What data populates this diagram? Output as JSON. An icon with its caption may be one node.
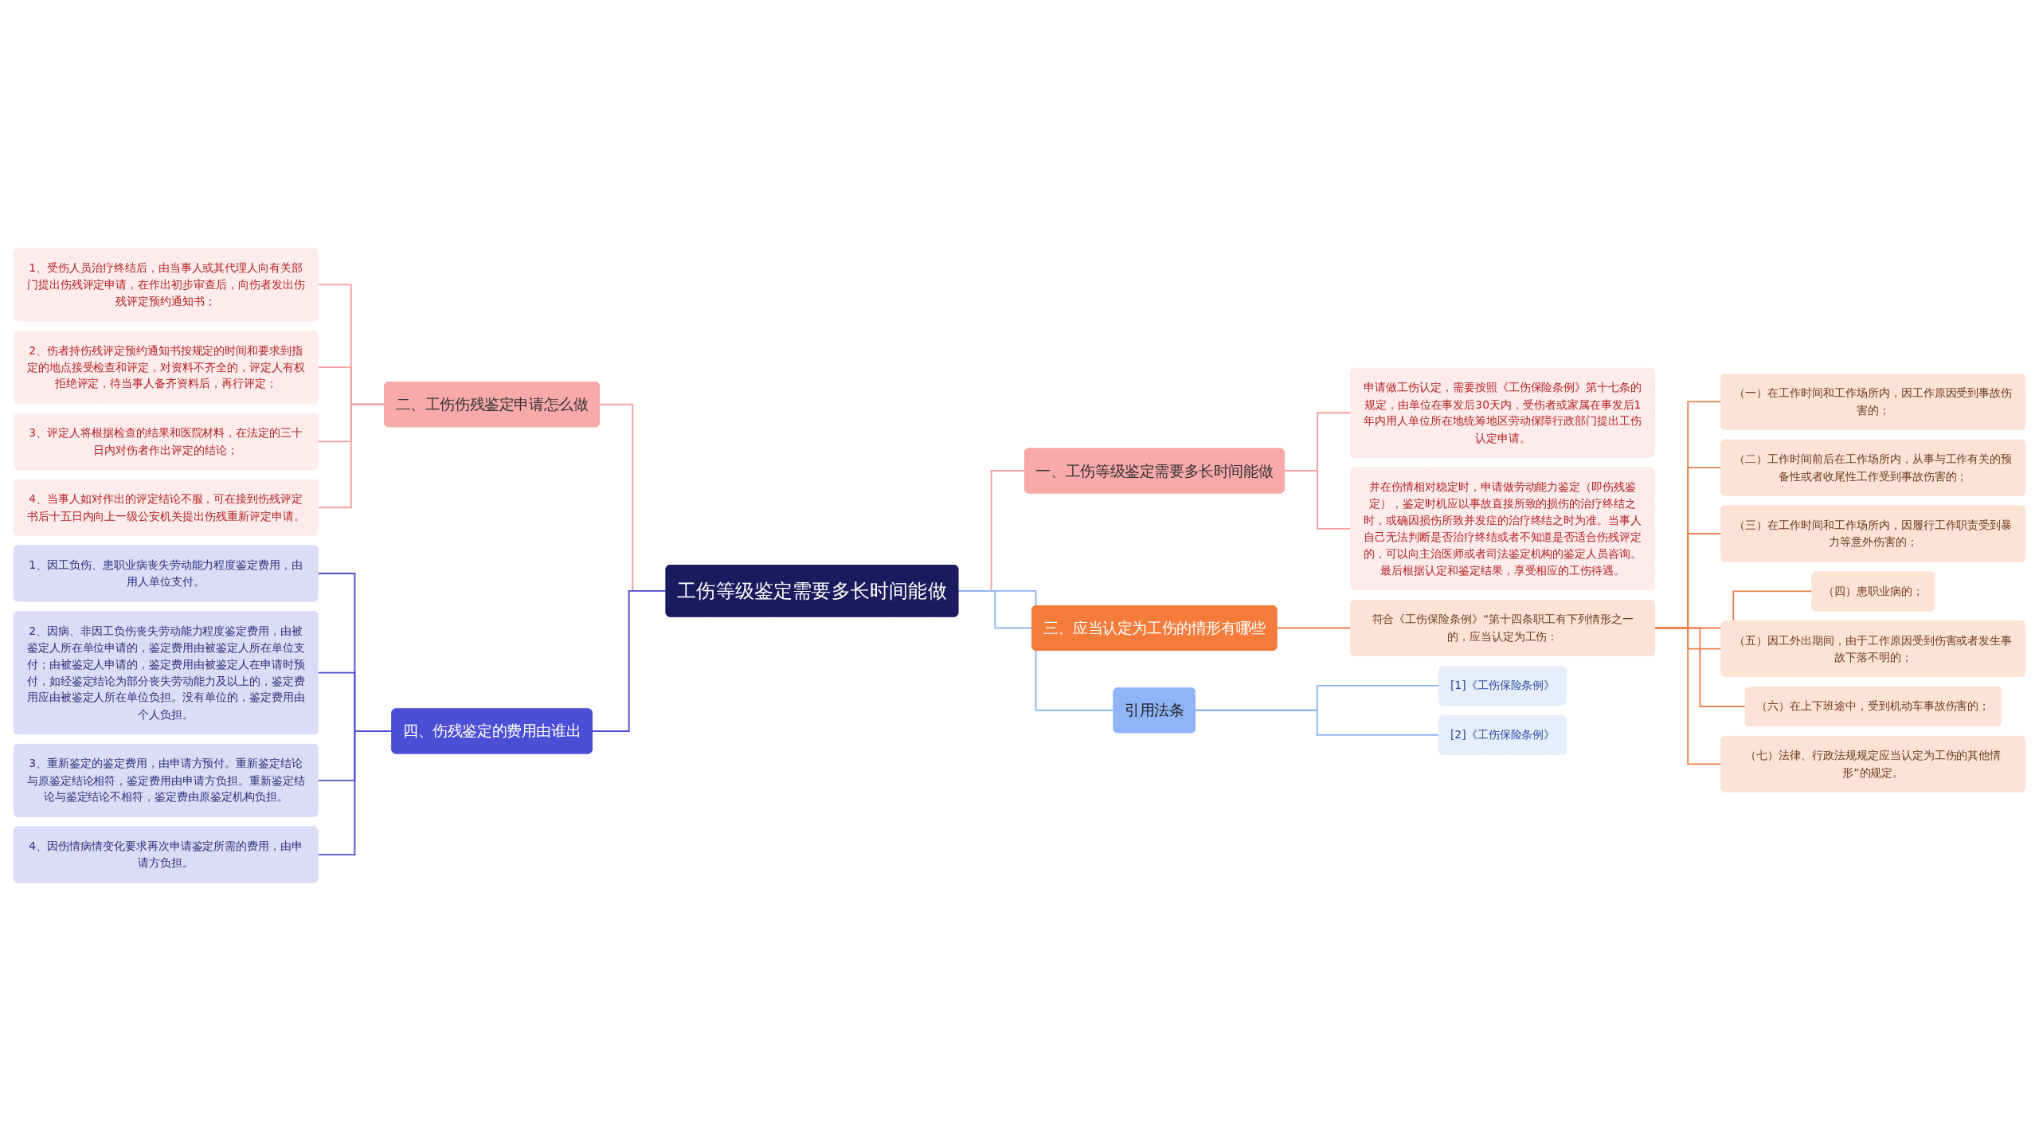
{
  "diagram": {
    "nodes": [
      {
        "text": [
          "工伤等级鉴定需要多长时间能做"
        ]
      },
      {
        "text": [
          "一、工伤等级鉴定需要多长时间能做"
        ]
      },
      {
        "text": [
          "申请做工伤认定，需要按照《工伤保险条例》第十七条的规定，由单位在事发后30天内，受伤者或家属在事发后1年内用人单位所在地统筹地区劳动保障行政部门提出工伤认定申请。"
        ]
      },
      {
        "text": [
          "并在伤情相对稳定时，申请做劳动能力鉴定（即伤残鉴定），鉴定时机应以事故直接所致的损伤的治疗终结之时，或确因损伤所致并发症的治疗终结之时为准。当事人自己无法判断是否治疗终结或者不知道是否适合伤残评定的，可以向主治医师或者司法鉴定机构的鉴定人员咨询。最后根据认定和鉴定结果，享受相应的工伤待遇。"
        ]
      },
      {
        "text": [
          "二、工伤伤残鉴定申请怎么做"
        ]
      },
      {
        "text": [
          "1、受伤人员治疗终结后，由当事人或其代理人向有关部门提出伤残评定申请，在作出初步审查后，向伤者发出伤残评定预约通知书；"
        ]
      },
      {
        "text": [
          "2、伤者持伤残评定预约通知书按规定的时间和要求到指定的地点接受检查和评定，对资料不齐全的，评定人有权拒绝评定，待当事人备齐资料后，再行评定；"
        ]
      },
      {
        "text": [
          "3、评定人将根据检查的结果和医院材料，在法定的三十日内对伤者作出评定的结论；"
        ]
      },
      {
        "text": [
          "4、当事人如对作出的评定结论不服，可在接到伤残评定书后十五日内向上一级公安机关提出伤残重新评定申请。"
        ]
      },
      {
        "text": [
          "三、应当认定为工伤的情形有哪些"
        ]
      },
      {
        "text": [
          "符合《工伤保险条例》“第十四条职工有下列情形之一的，应当认定为工伤："
        ]
      },
      {
        "text": [
          "（一）在工作时间和工作场所内，因工作原因受到事故伤害的；"
        ]
      },
      {
        "text": [
          "（二）工作时间前后在工作场所内，从事与工作有关的预备性或者收尾性工作受到事故伤害的；"
        ]
      },
      {
        "text": [
          "（三）在工作时间和工作场所内，因履行工作职责受到暴力等意外伤害的；"
        ]
      },
      {
        "text": [
          "（四）患职业病的；"
        ]
      },
      {
        "text": [
          "（五）因工外出期间，由于工作原因受到伤害或者发生事故下落不明的；"
        ]
      },
      {
        "text": [
          "（六）在上下班途中，受到机动车事故伤害的；"
        ]
      },
      {
        "text": [
          "（七）法律、行政法规规定应当认定为工伤的其他情形”的规定。"
        ]
      },
      {
        "text": [
          "四、伤残鉴定的费用由谁出"
        ]
      },
      {
        "text": [
          "1、因工负伤、患职业病丧失劳动能力程度鉴定费用，由用人单位支付。"
        ]
      },
      {
        "text": [
          "2、因病、非因工负伤丧失劳动能力程度鉴定费用，由被鉴定人所在单位申请的，鉴定费用由被鉴定人所在单位支付；由被鉴定人申请的，鉴定费用由被鉴定人在申请时预付，如经鉴定结论为部分丧失劳动能力及以上的，鉴定费用应由被鉴定人所在单位负担。没有单位的，鉴定费用由个人负担。"
        ]
      },
      {
        "text": [
          "3、重新鉴定的鉴定费用，由申请方预付。重新鉴定结论与原鉴定结论相符，鉴定费用由申请方负担。重新鉴定结论与鉴定结论不相符，鉴定费由原鉴定机构负担。"
        ]
      },
      {
        "text": [
          "4、因伤情病情变化要求再次申请鉴定所需的费用，由申请方负担。"
        ]
      },
      {
        "text": [
          "引用法条"
        ]
      },
      {
        "text": [
          "[1]《工伤保险条例》"
        ]
      },
      {
        "text": [
          "[2]《工伤保险条例》"
        ]
      }
    ],
    "edges": [
      {
        "from": 0,
        "to": 1,
        "arrow": "none",
        "color": "#f2a0a0"
      },
      {
        "from": 1,
        "to": 2,
        "arrow": "none",
        "color": "#f2a0a0"
      },
      {
        "from": 1,
        "to": 3,
        "arrow": "none",
        "color": "#f2a0a0"
      },
      {
        "from": 0,
        "to": 4,
        "arrow": "none",
        "color": "#f2a0a0"
      },
      {
        "from": 4,
        "to": 5,
        "arrow": "none",
        "color": "#f2a0a0"
      },
      {
        "from": 4,
        "to": 6,
        "arrow": "none",
        "color": "#f2a0a0"
      },
      {
        "from": 4,
        "to": 7,
        "arrow": "none",
        "color": "#f2a0a0"
      },
      {
        "from": 4,
        "to": 8,
        "arrow": "none",
        "color": "#f2a0a0"
      },
      {
        "from": 0,
        "to": 9,
        "arrow": "none",
        "color": "#8fb4f0"
      },
      {
        "from": 9,
        "to": 10,
        "arrow": "none",
        "color": "#e8804a"
      },
      {
        "from": 10,
        "to": 11,
        "arrow": "none",
        "color": "#e8804a"
      },
      {
        "from": 10,
        "to": 12,
        "arrow": "none",
        "color": "#e8804a"
      },
      {
        "from": 10,
        "to": 13,
        "arrow": "none",
        "color": "#e8804a"
      },
      {
        "from": 10,
        "to": 14,
        "arrow": "none",
        "color": "#e8804a"
      },
      {
        "from": 10,
        "to": 15,
        "arrow": "none",
        "color": "#e8804a"
      },
      {
        "from": 10,
        "to": 16,
        "arrow": "none",
        "color": "#e8804a"
      },
      {
        "from": 10,
        "to": 17,
        "arrow": "none",
        "color": "#e8804a"
      },
      {
        "from": 0,
        "to": 18,
        "arrow": "none",
        "color": "#4b4fd0"
      },
      {
        "from": 18,
        "to": 19,
        "arrow": "none",
        "color": "#4b4fd0"
      },
      {
        "from": 18,
        "to": 20,
        "arrow": "none",
        "color": "#4b4fd0"
      },
      {
        "from": 18,
        "to": 21,
        "arrow": "none",
        "color": "#4b4fd0"
      },
      {
        "from": 18,
        "to": 22,
        "arrow": "none",
        "color": "#4b4fd0"
      },
      {
        "from": 0,
        "to": 23,
        "arrow": "none",
        "color": "#8fb4f0"
      },
      {
        "from": 23,
        "to": 24,
        "arrow": "none",
        "color": "#8fb4f0"
      },
      {
        "from": 23,
        "to": 25,
        "arrow": "none",
        "color": "#8fb4f0"
      }
    ]
  }
}
